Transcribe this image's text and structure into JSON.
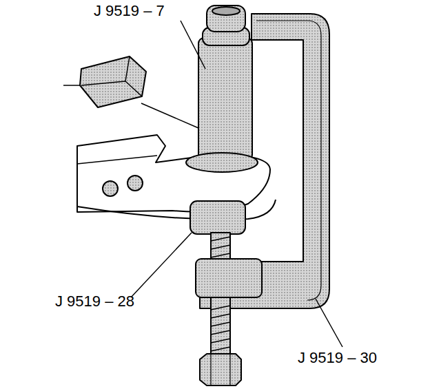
{
  "diagram": {
    "labels": [
      "J 9519 – 7",
      "J 9519 – 28",
      "J 9519 – 30"
    ]
  }
}
